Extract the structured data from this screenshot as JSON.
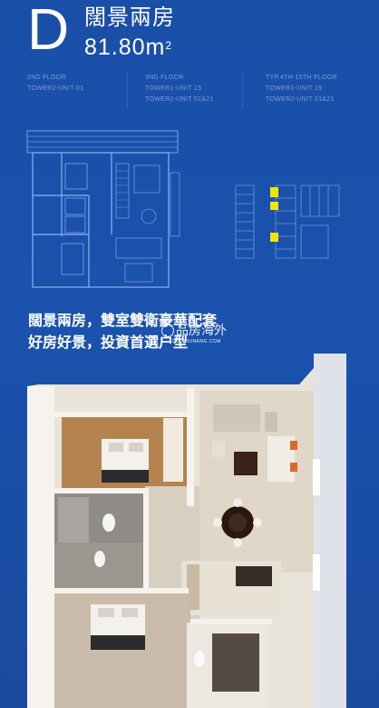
{
  "header": {
    "unit_letter": "D",
    "unit_name": "闊景兩房",
    "unit_area": "81.80m",
    "unit_area_sup": "2"
  },
  "info_columns": [
    {
      "lines": [
        "2ND FLOOR",
        "TOWER2-UNIT 01"
      ]
    },
    {
      "lines": [
        "3ND FLOOR",
        "TOWER1-UNIT 15",
        "TOWER2-UNIT 01&21"
      ]
    },
    {
      "lines": [
        "TYP.4TH-15TH FLOOR",
        "TOWER1-UNIT 19",
        "TOWER2-UNIT 01&21"
      ]
    }
  ],
  "tagline": {
    "line1": "闊景兩房，雙室雙衛豪華配套",
    "line2": "好房好景，投資首選户型"
  },
  "watermark": {
    "brand": "品房海外",
    "domain": "QIANHUNANG.COM"
  },
  "colors": {
    "background": "#1a4fa8",
    "highlight_unit": "#f2e600",
    "blueprint_line": "#8fb3ee"
  }
}
